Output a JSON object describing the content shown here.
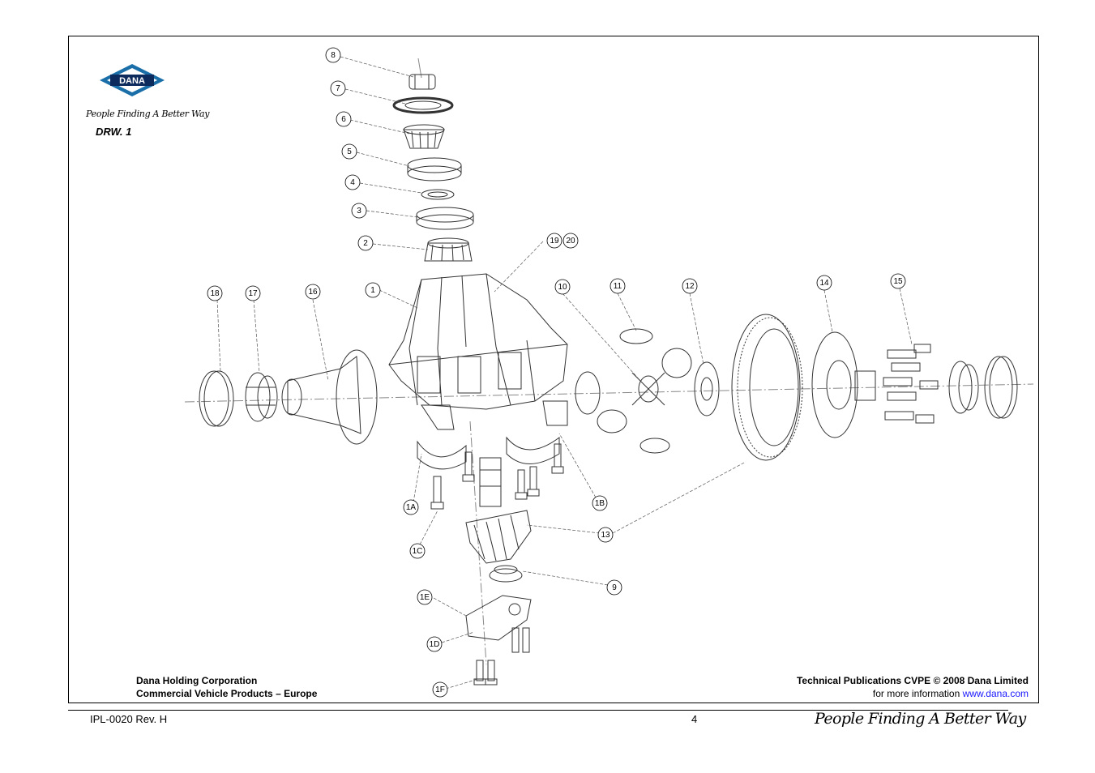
{
  "header": {
    "logo_text": "DANA",
    "tagline": "People Finding A Better Way",
    "drawing_label": "DRW. 1"
  },
  "callouts": [
    "8",
    "7",
    "6",
    "5",
    "4",
    "3",
    "2",
    "19",
    "20",
    "1",
    "18",
    "17",
    "16",
    "10",
    "11",
    "12",
    "14",
    "15",
    "1A",
    "1C",
    "1B",
    "13",
    "9",
    "1E",
    "1D",
    "1F"
  ],
  "footer": {
    "company": "Dana Holding Corporation",
    "division": "Commercial Vehicle Products – Europe",
    "publisher": "Technical Publications CVPE © 2008 Dana Limited",
    "info_prefix": "for more information",
    "info_link": "www.dana.com"
  },
  "page_footer": {
    "doc_number": "IPL-0020 Rev. H",
    "page_number": "4",
    "signature": "People Finding A Better Way"
  },
  "colors": {
    "logo_blue": "#1b6fa8",
    "logo_navy": "#0d2b5c",
    "link": "#1a1aff"
  }
}
